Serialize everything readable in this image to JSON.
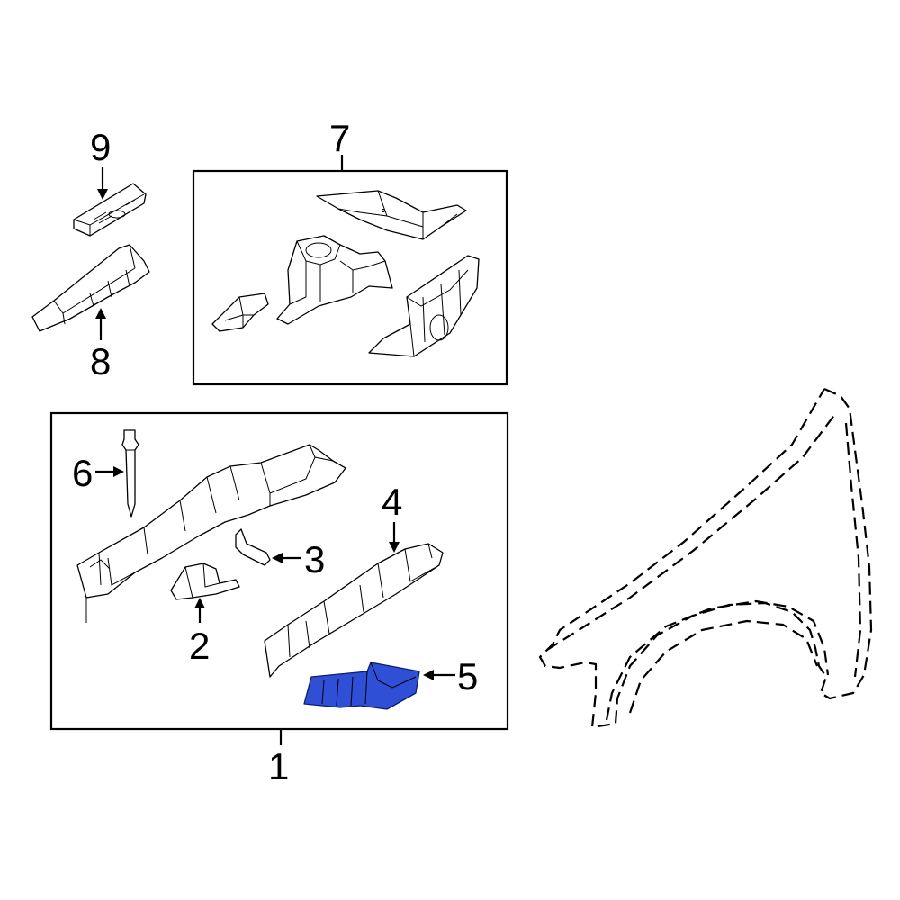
{
  "colors": {
    "background": "#ffffff",
    "line": "#000000",
    "highlight_fill": "#2e4fd6",
    "highlight_stroke": "#0d1f6b"
  },
  "callouts": {
    "c1": "1",
    "c2": "2",
    "c3": "3",
    "c4": "4",
    "c5": "5",
    "c6": "6",
    "c7": "7",
    "c8": "8",
    "c9": "9"
  },
  "highlighted_callout": "5"
}
